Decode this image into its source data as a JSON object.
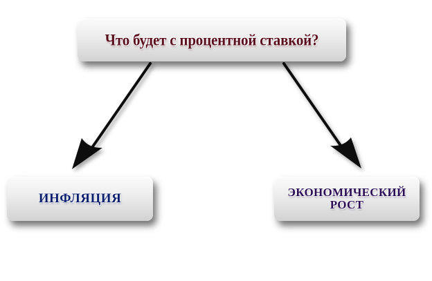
{
  "diagram": {
    "question": "Что будет с процентной ставкой?",
    "left_node": "ИНФЛЯЦИЯ",
    "right_node_line1": "ЭКОНОМИЧЕСКИЙ",
    "right_node_line2": "РОСТ"
  },
  "colors": {
    "question_text": "#5a0f1e",
    "left_text": "#0a1e6e",
    "right_text": "#2a0d55",
    "arrow": "#111111"
  }
}
